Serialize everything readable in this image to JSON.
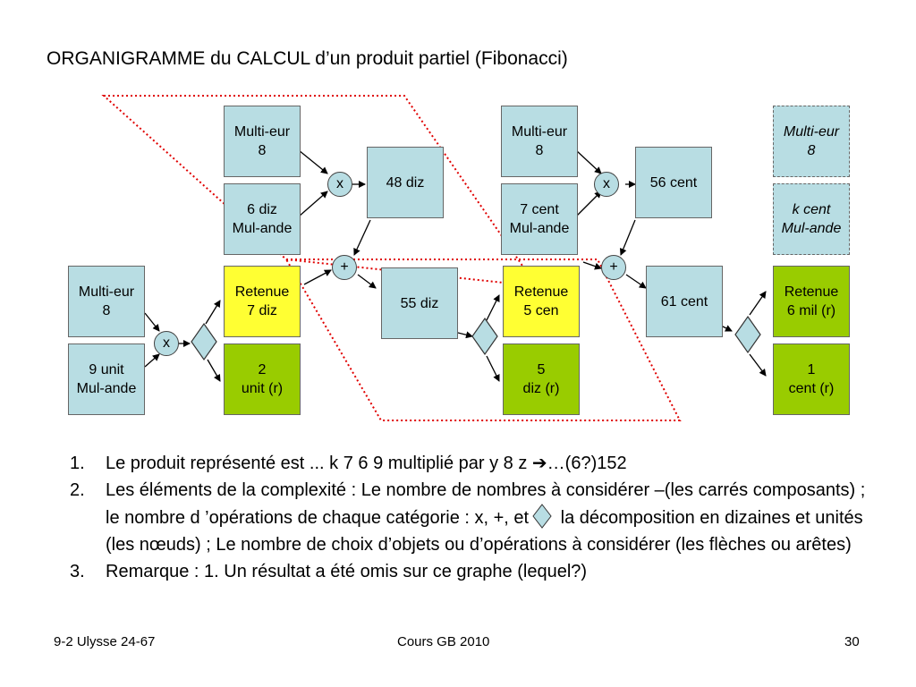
{
  "title": "ORGANIGRAMME du CALCUL d’un produit partiel  (Fibonacci)",
  "colors": {
    "box_blue": "#b8dde3",
    "box_yellow": "#ffff33",
    "box_green": "#99cc00",
    "dotted_red": "#e00000"
  },
  "diagram": {
    "top_left_multiplicand": "Multi-eur\n8",
    "top_left_multiplier": "6 diz\nMul-ande",
    "product_48": "48 diz",
    "bottom_left_multiplicand": "Multi-eur\n8",
    "bottom_left_multiplier": "9 unit\nMul-ande",
    "retenue_7": "Retenue\n7 diz",
    "unit_2": "2\nunit (r)",
    "sum_55": "55 diz",
    "mid_multiplicand": "Multi-eur\n8",
    "mid_multiplier": "7 cent\nMul-ande",
    "product_56": "56 cent",
    "retenue_5": "Retenue\n5 cen",
    "diz_5": "5\ndiz (r)",
    "sum_61": "61 cent",
    "right_multiplicand": "Multi-eur\n8",
    "right_multiplier": "k cent\nMul-ande",
    "retenue_6": "Retenue\n6 mil (r)",
    "cent_1": "1\ncent (r)",
    "op_times": "x",
    "op_plus": "+"
  },
  "list": {
    "item1_num": "1.",
    "item1_text": "Le produit représenté est ... k 7 6 9 multiplié par  y 8 z   ➔…(6?)152",
    "item2_num": "2.",
    "item2_a": "Les éléments de la complexité : Le nombre de nombres à considérer –(les carrés composants) ; le nombre d ’opérations de chaque catégorie : x, +, et",
    "item2_b": " la décomposition en dizaines et unités (les nœuds) ; Le nombre de choix d’objets ou d’opérations à considérer (les flèches ou arêtes)",
    "item3_num": "3.",
    "item3_text": "Remarque : 1. Un résultat a été omis sur ce graphe (lequel?)"
  },
  "footer": {
    "left": "9-2 Ulysse 24-67",
    "center": "Cours GB 2010",
    "right": "30"
  }
}
